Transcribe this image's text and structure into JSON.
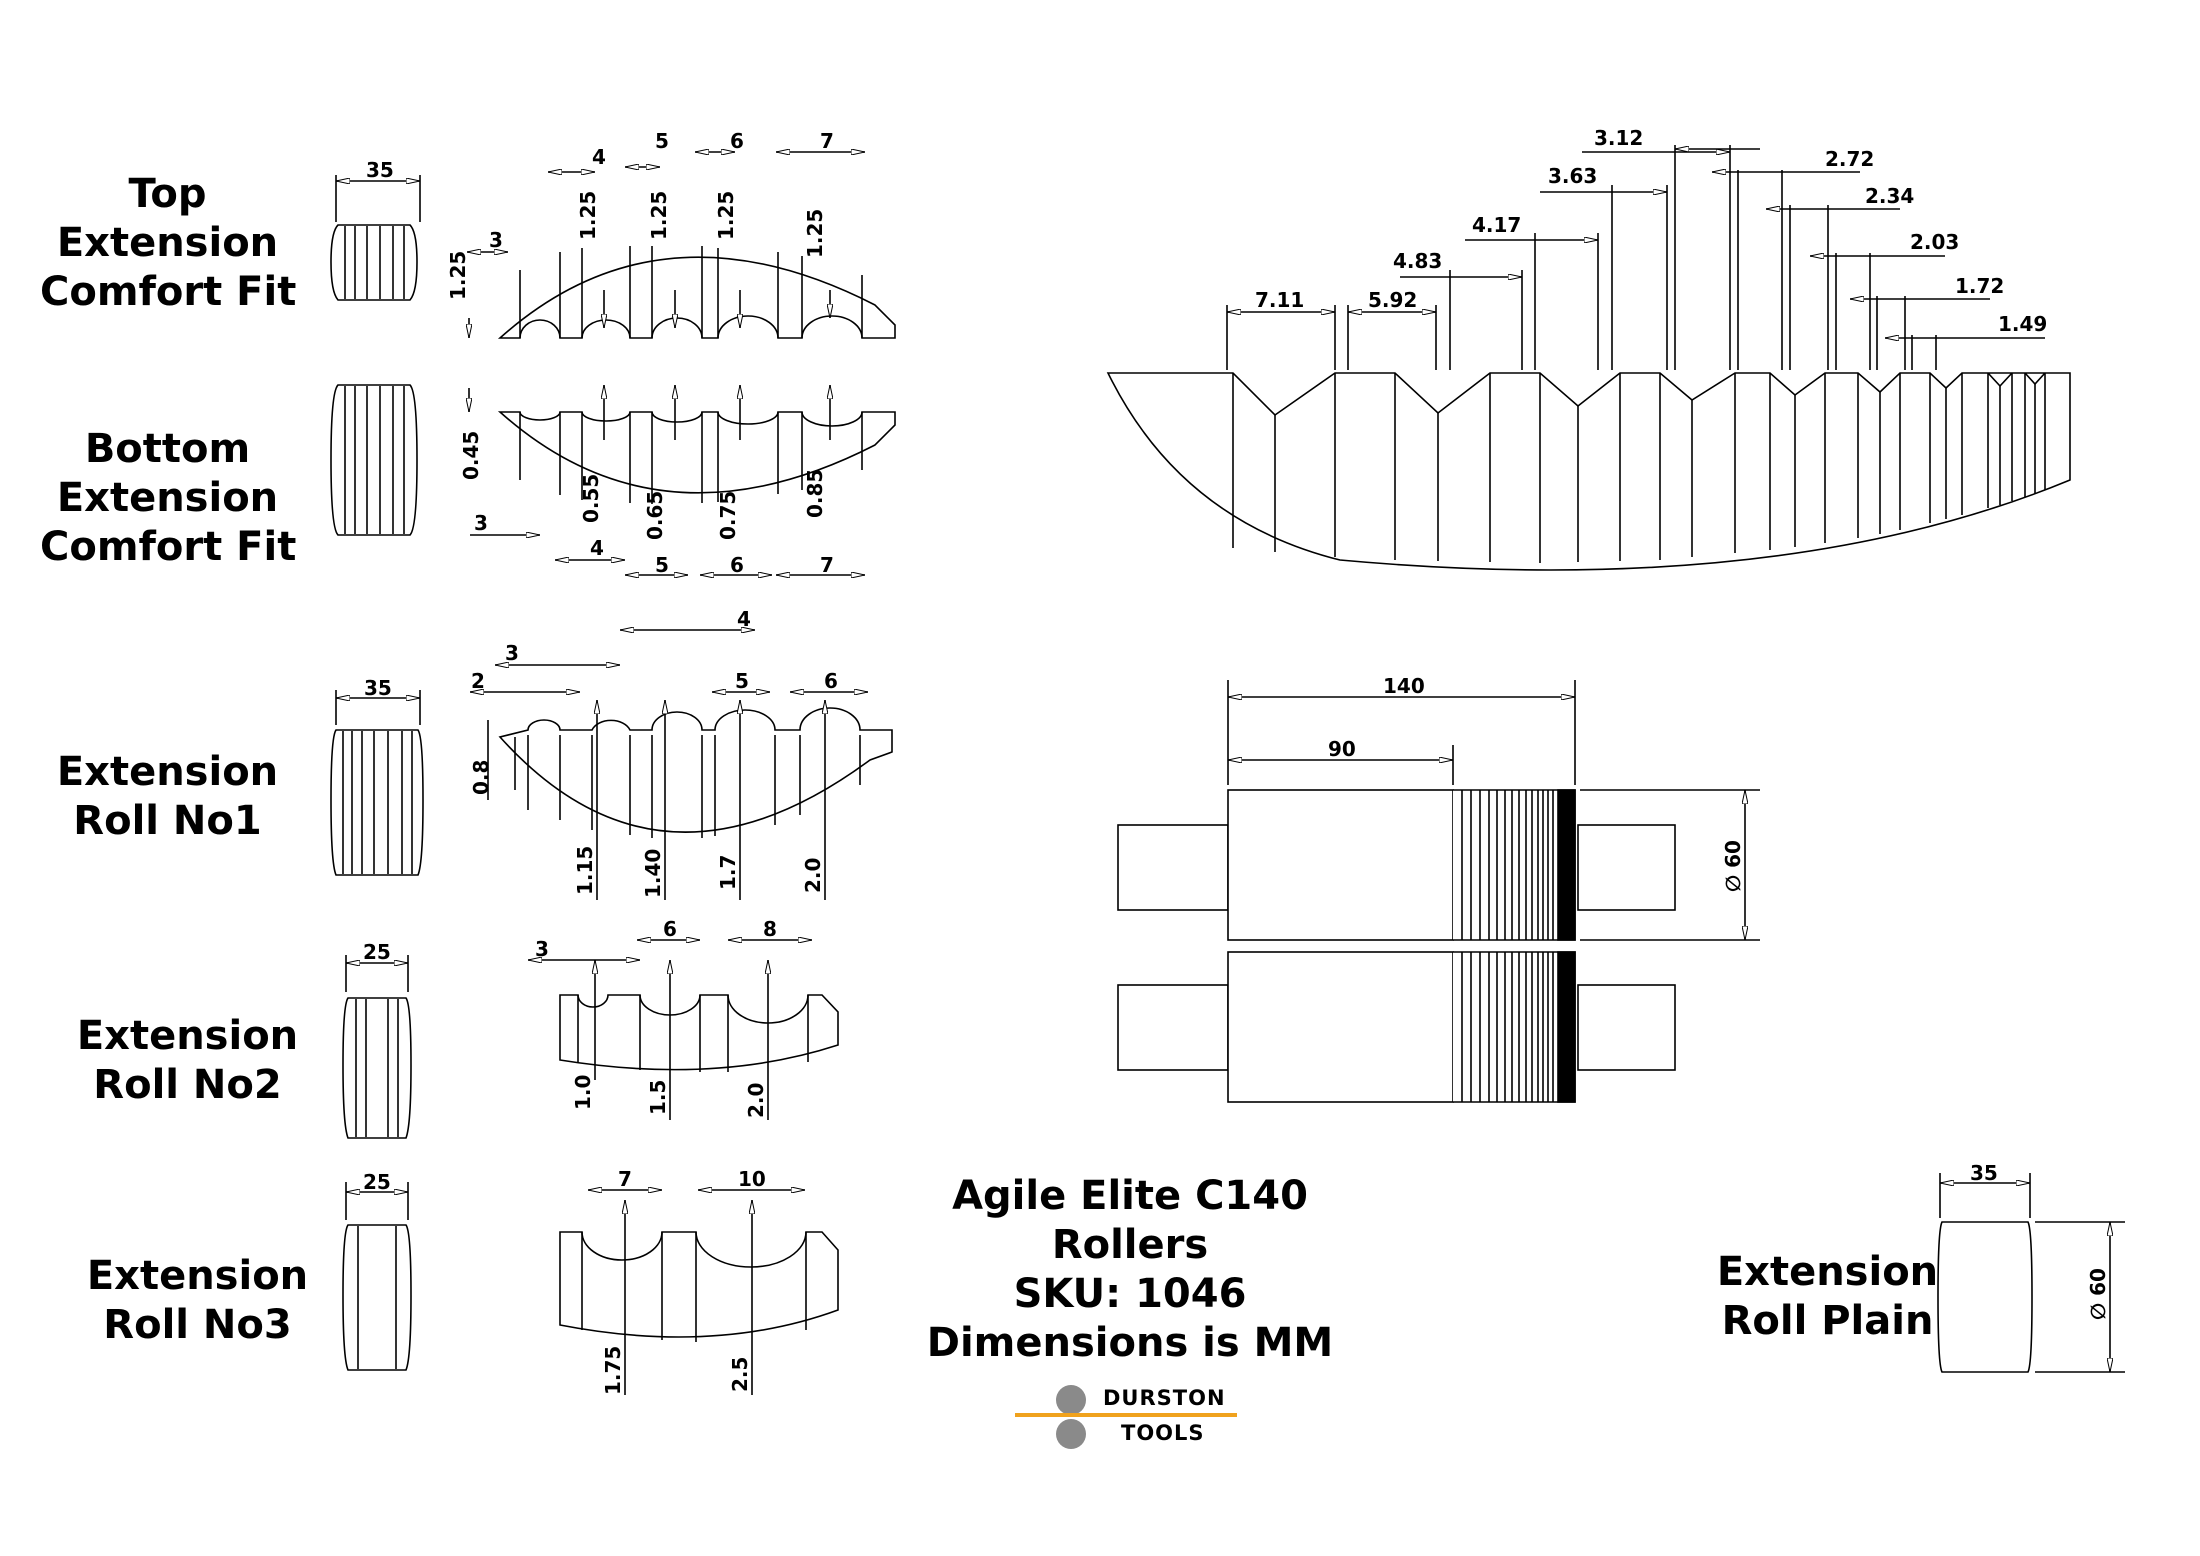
{
  "labels": {
    "top_comfort": [
      "Top",
      "Extension",
      "Comfort Fit"
    ],
    "bottom_comfort": [
      "Bottom",
      "Extension",
      "Comfort Fit"
    ],
    "roll1": [
      "Extension",
      "Roll No1"
    ],
    "roll2": [
      "Extension",
      "Roll No2"
    ],
    "roll3": [
      "Extension",
      "Roll No3"
    ],
    "plain": [
      "Extension",
      "Roll Plain"
    ]
  },
  "title": {
    "line1": "Agile Elite C140 Rollers",
    "line2": "SKU: 1046",
    "line3": "Dimensions is MM"
  },
  "logo": {
    "word1": "DURSTON",
    "word2": "TOOLS"
  },
  "dims": {
    "width_35": "35",
    "width_25": "25",
    "top": {
      "h": [
        "1.25",
        "1.25",
        "1.25",
        "1.25",
        "1.25"
      ],
      "w": [
        "3",
        "4",
        "5",
        "6",
        "7"
      ]
    },
    "bottom": {
      "h": [
        "0.45",
        "0.55",
        "0.65",
        "0.75",
        "0.85"
      ],
      "w": [
        "3",
        "4",
        "5",
        "6",
        "7"
      ]
    },
    "roll1": {
      "w": [
        "2",
        "3",
        "4",
        "5",
        "6"
      ],
      "h": [
        "0.8",
        "1.15",
        "1.40",
        "1.7",
        "2.0"
      ]
    },
    "roll2": {
      "w": [
        "3",
        "6",
        "8"
      ],
      "h": [
        "1.0",
        "1.5",
        "2.0"
      ]
    },
    "roll3": {
      "w": [
        "7",
        "10"
      ],
      "h": [
        "1.75",
        "2.5"
      ]
    },
    "profile": [
      "7.11",
      "5.92",
      "4.83",
      "4.17",
      "3.63",
      "3.12",
      "2.72",
      "2.34",
      "2.03",
      "1.72",
      "1.49"
    ],
    "assembly": {
      "total": "140",
      "body": "90",
      "dia": "∅ 60"
    },
    "plain": {
      "w": "35",
      "dia": "∅ 60"
    }
  }
}
